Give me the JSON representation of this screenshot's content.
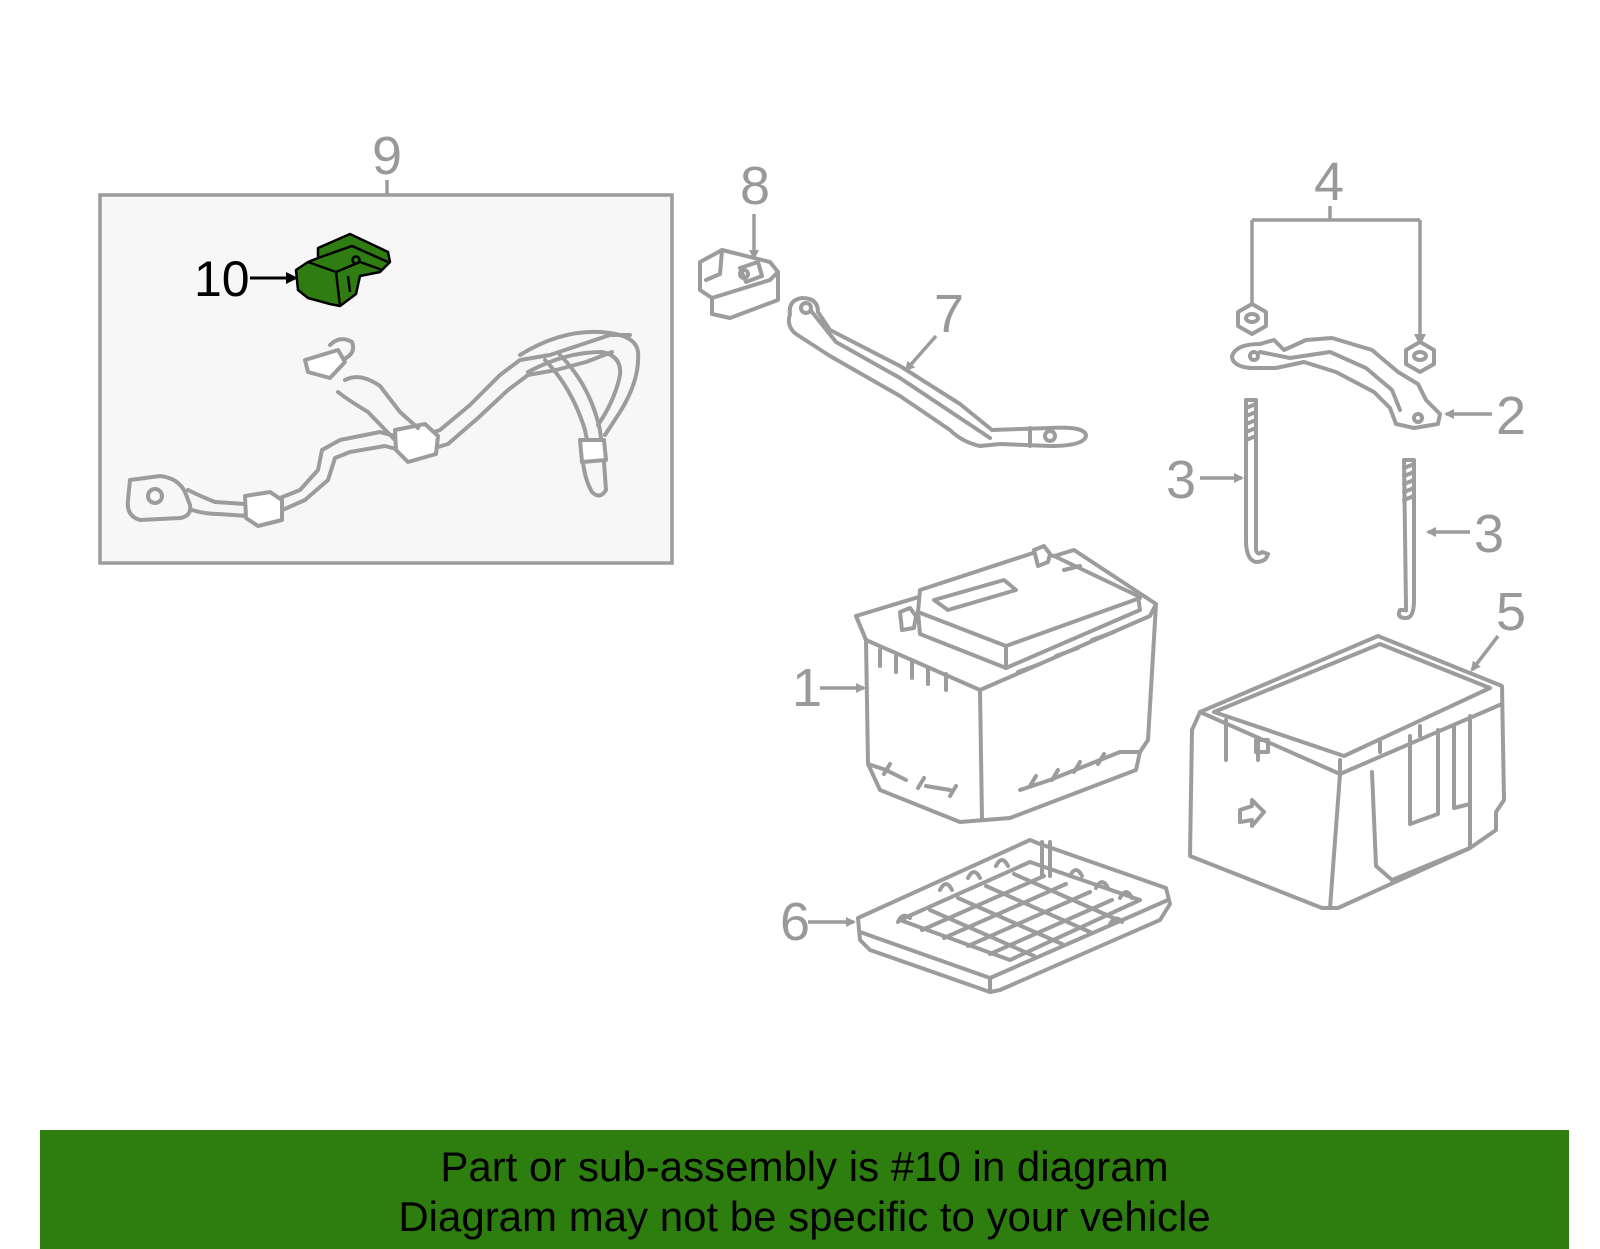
{
  "diagram": {
    "callouts": {
      "c1": "1",
      "c2": "2",
      "c3a": "3",
      "c3b": "3",
      "c4": "4",
      "c5": "5",
      "c6": "6",
      "c7": "7",
      "c8": "8",
      "c9": "9",
      "c10": "10"
    },
    "highlighted_part": "10",
    "colors": {
      "highlight": "#2f7d12",
      "banner": "#2e7d0f",
      "line_art": "#9c9c9c",
      "subassembly_box": "#f7f7f7"
    }
  },
  "banner": {
    "line1": "Part or sub-assembly is #10 in diagram",
    "line2": "Diagram may not be specific to your vehicle"
  }
}
